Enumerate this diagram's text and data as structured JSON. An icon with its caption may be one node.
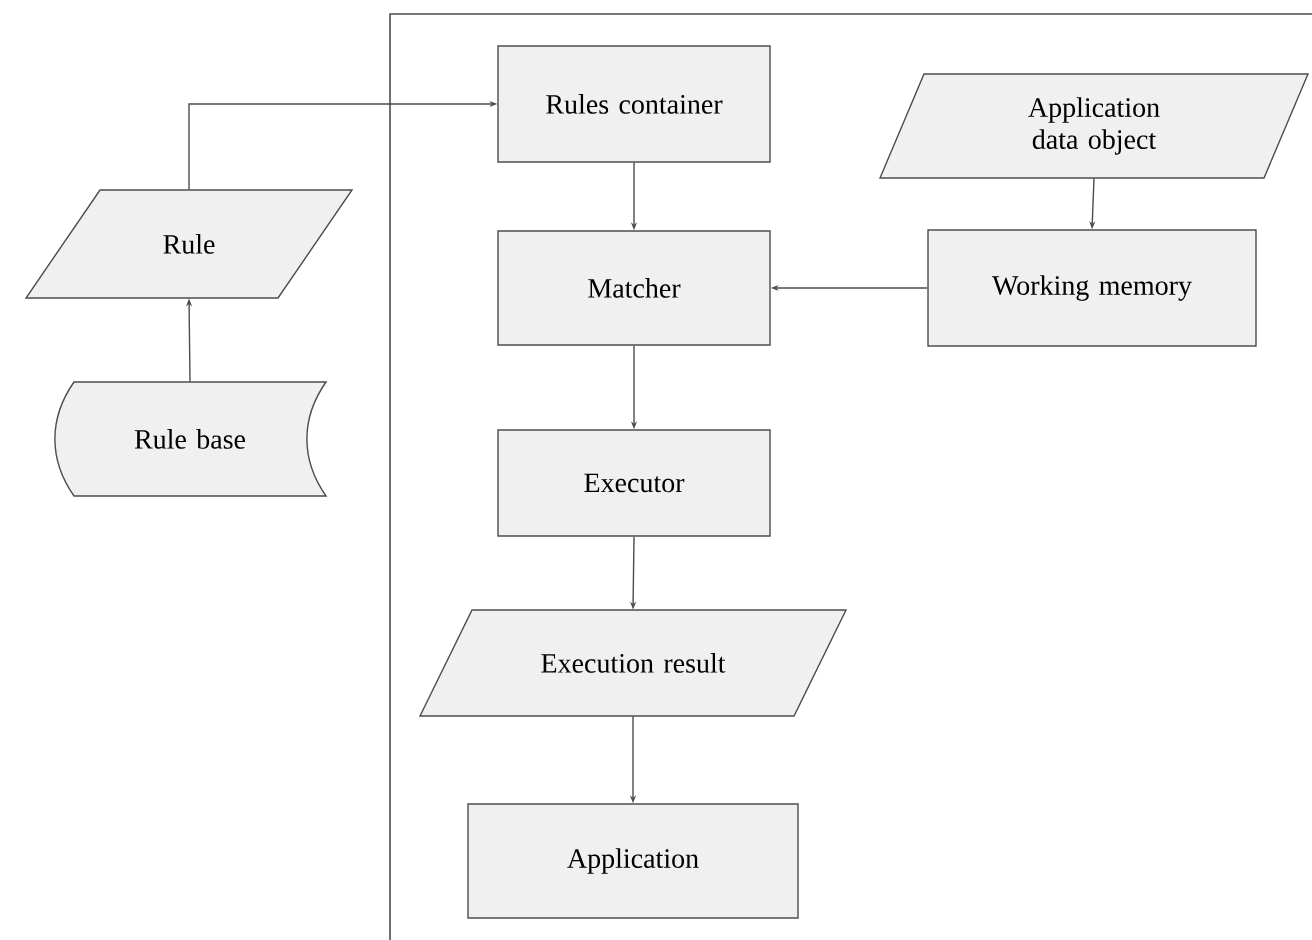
{
  "diagram": {
    "nodes": [
      {
        "text": [
          "Rules container"
        ]
      },
      {
        "text": [
          "Application data object"
        ]
      },
      {
        "text": [
          "Rule"
        ]
      },
      {
        "text": [
          "Matcher"
        ]
      },
      {
        "text": [
          "Working memory"
        ]
      },
      {
        "text": [
          "Rule base"
        ]
      },
      {
        "text": [
          "Executor"
        ]
      },
      {
        "text": [
          "Execution result"
        ]
      },
      {
        "text": [
          "Application"
        ]
      }
    ],
    "edges": [
      {
        "from": 5,
        "to": 2,
        "arrow": "to"
      },
      {
        "from": 2,
        "to": 0,
        "arrow": "to"
      },
      {
        "from": 0,
        "to": 3,
        "arrow": "to"
      },
      {
        "from": 1,
        "to": 4,
        "arrow": "to"
      },
      {
        "from": 4,
        "to": 3,
        "arrow": "to"
      },
      {
        "from": 3,
        "to": 6,
        "arrow": "to"
      },
      {
        "from": 6,
        "to": 7,
        "arrow": "to"
      },
      {
        "from": 7,
        "to": 8,
        "arrow": "to"
      }
    ]
  }
}
